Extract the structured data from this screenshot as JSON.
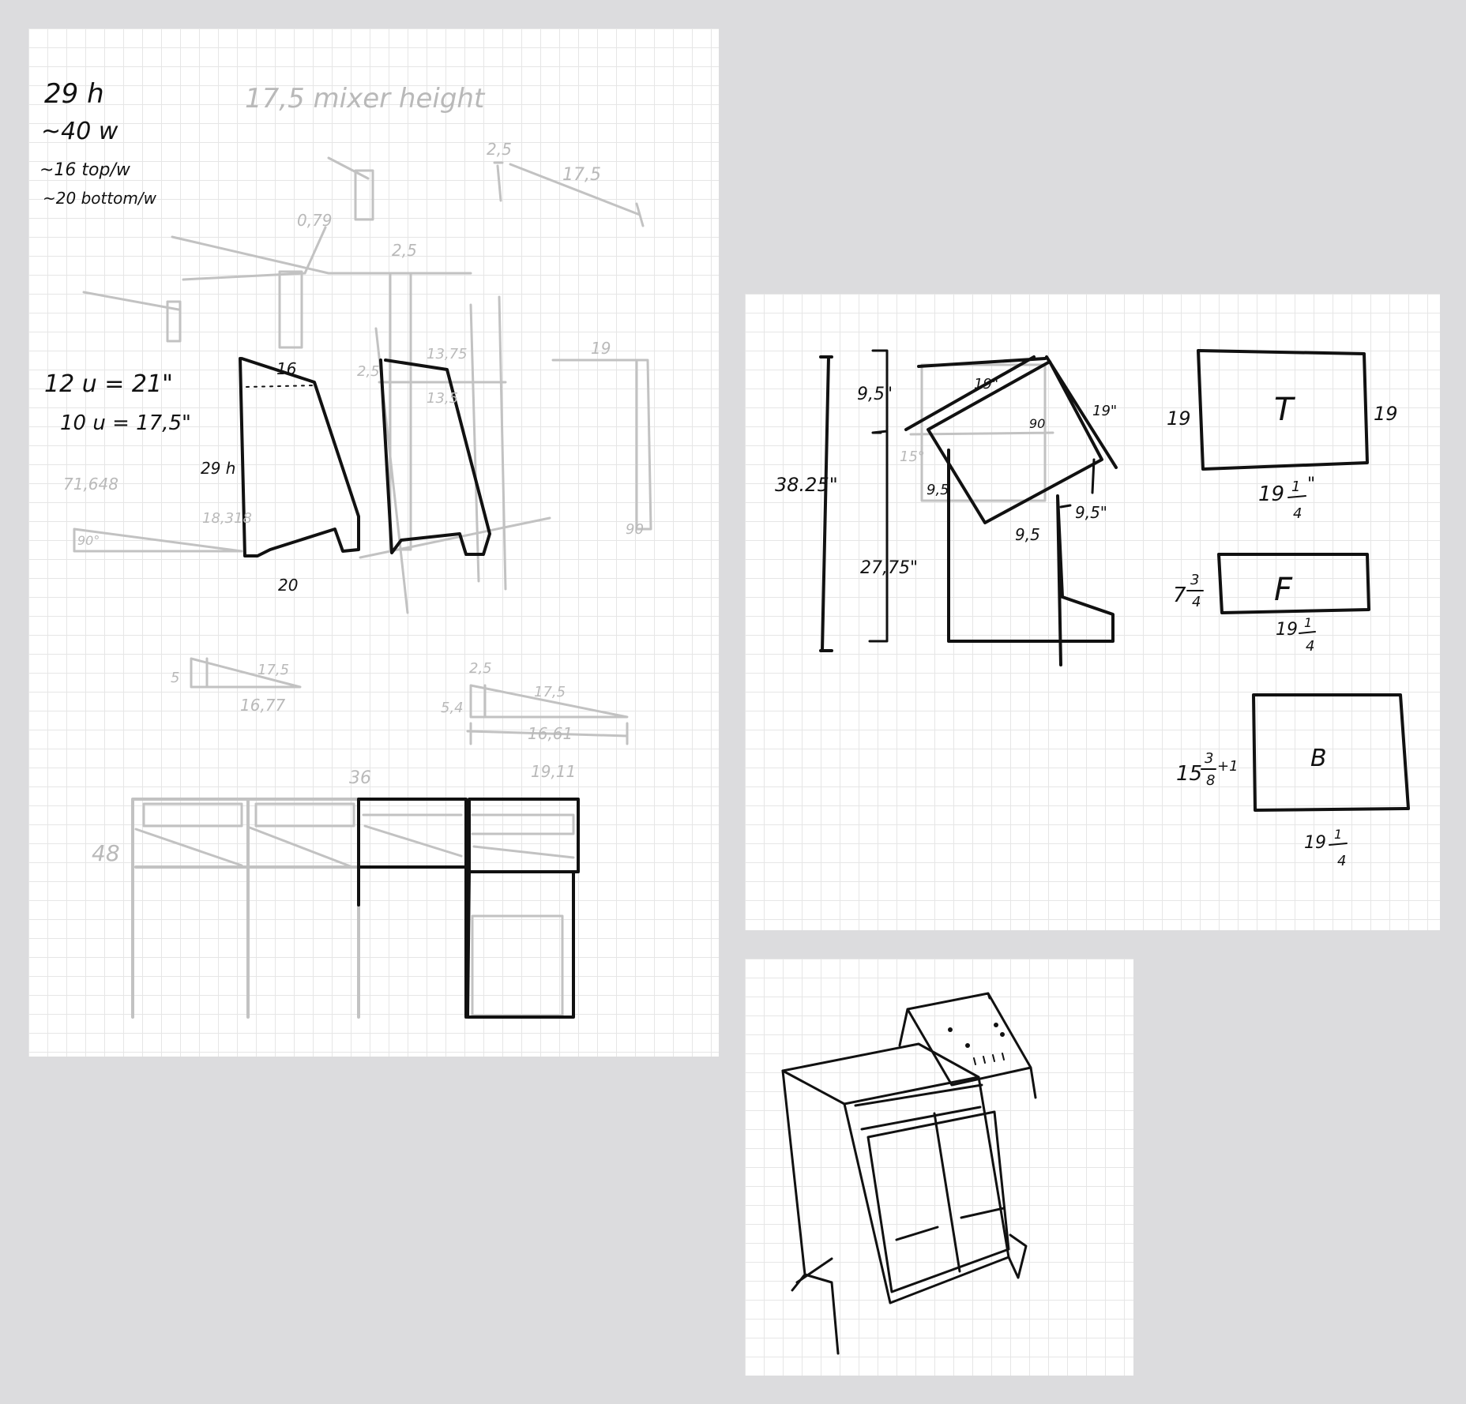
{
  "sheet1": {
    "notes": [
      "29 h",
      "~40 w",
      "~16 top/w",
      "~20 bottom/w"
    ],
    "mixer_height": "17,5 mixer height",
    "rack": [
      "12 u = 21\"",
      "10 u = 17,5\""
    ],
    "dims_black": {
      "top": "16",
      "height": "29 h",
      "bottom": "20"
    },
    "dims_grey": {
      "a": "2,5",
      "b": "17,5",
      "c": "0,79",
      "d": "2,5",
      "e": "13,75",
      "f": "13,5",
      "g": "2,5",
      "h": "19",
      "i": "71,648",
      "j": "18,318",
      "k": "90°",
      "l": "90",
      "m": "5",
      "n": "17,5",
      "o": "16,77",
      "p": "2,5",
      "q": "5,4",
      "r": "17,5",
      "s": "16,61",
      "t": "19,11",
      "u": "36",
      "v": "48"
    }
  },
  "sheet2": {
    "dims": {
      "total": "38.25\"",
      "top": "9,5\"",
      "angle_top": "19\"",
      "side": "19\"",
      "deg1": "90",
      "deg2": "15°",
      "lower": "27,75\"",
      "a": "9,5",
      "b": "9,5\"",
      "c": "9,5"
    },
    "panels": [
      {
        "letter": "T",
        "left": "19",
        "right": "19",
        "bottom_whole": "19",
        "bottom_num": "1",
        "bottom_den": "4",
        "bottom_suffix": "\""
      },
      {
        "letter": "F",
        "left_whole": "7",
        "left_num": "3",
        "left_den": "4",
        "bottom_whole": "19",
        "bottom_num": "1",
        "bottom_den": "4"
      },
      {
        "letter": "B",
        "left_whole": "15",
        "left_num": "3",
        "left_den": "8",
        "left_extra": "+1",
        "bottom_whole": "19",
        "bottom_num": "1",
        "bottom_den": "4"
      }
    ]
  },
  "sheet3": {
    "subject": "perspective-sketch"
  }
}
